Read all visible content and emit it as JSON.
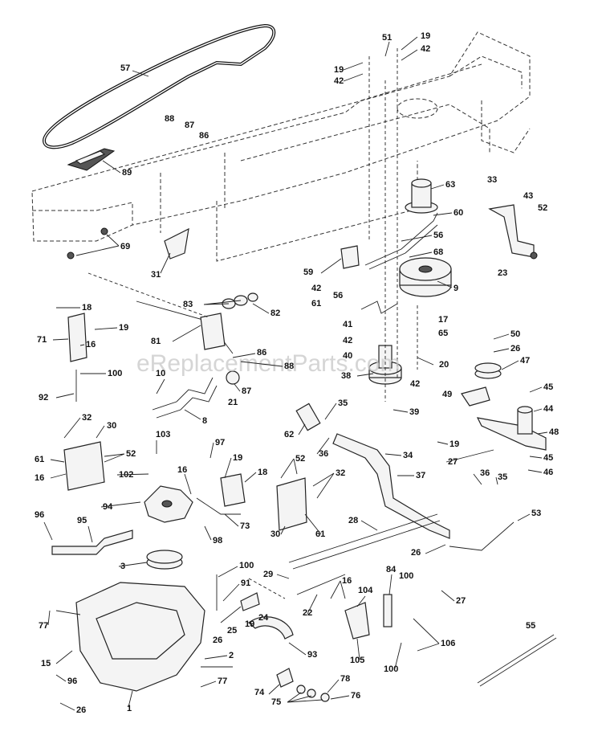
{
  "watermark": "eReplacementParts.com",
  "callouts": [
    "57",
    "51",
    "19",
    "19",
    "42",
    "42",
    "88",
    "87",
    "86",
    "89",
    "69",
    "31",
    "63",
    "33",
    "43",
    "52",
    "60",
    "56",
    "68",
    "23",
    "59",
    "42",
    "56",
    "61",
    "9",
    "18",
    "83",
    "82",
    "19",
    "71",
    "16",
    "81",
    "41",
    "17",
    "42",
    "65",
    "86",
    "88",
    "40",
    "50",
    "26",
    "47",
    "100",
    "92",
    "10",
    "87",
    "21",
    "8",
    "38",
    "20",
    "42",
    "45",
    "49",
    "44",
    "39",
    "35",
    "62",
    "48",
    "32",
    "30",
    "36",
    "19",
    "34",
    "27",
    "45",
    "61",
    "52",
    "103",
    "97",
    "16",
    "52",
    "37",
    "46",
    "102",
    "16",
    "19",
    "18",
    "36",
    "35",
    "32",
    "94",
    "96",
    "95",
    "73",
    "98",
    "30",
    "61",
    "53",
    "28",
    "3",
    "100",
    "29",
    "26",
    "91",
    "84",
    "100",
    "27",
    "16",
    "104",
    "22",
    "77",
    "26",
    "25",
    "19",
    "24",
    "55",
    "93",
    "106",
    "15",
    "2",
    "105",
    "100",
    "96",
    "77",
    "78",
    "74",
    "75",
    "76",
    "26",
    "1"
  ]
}
